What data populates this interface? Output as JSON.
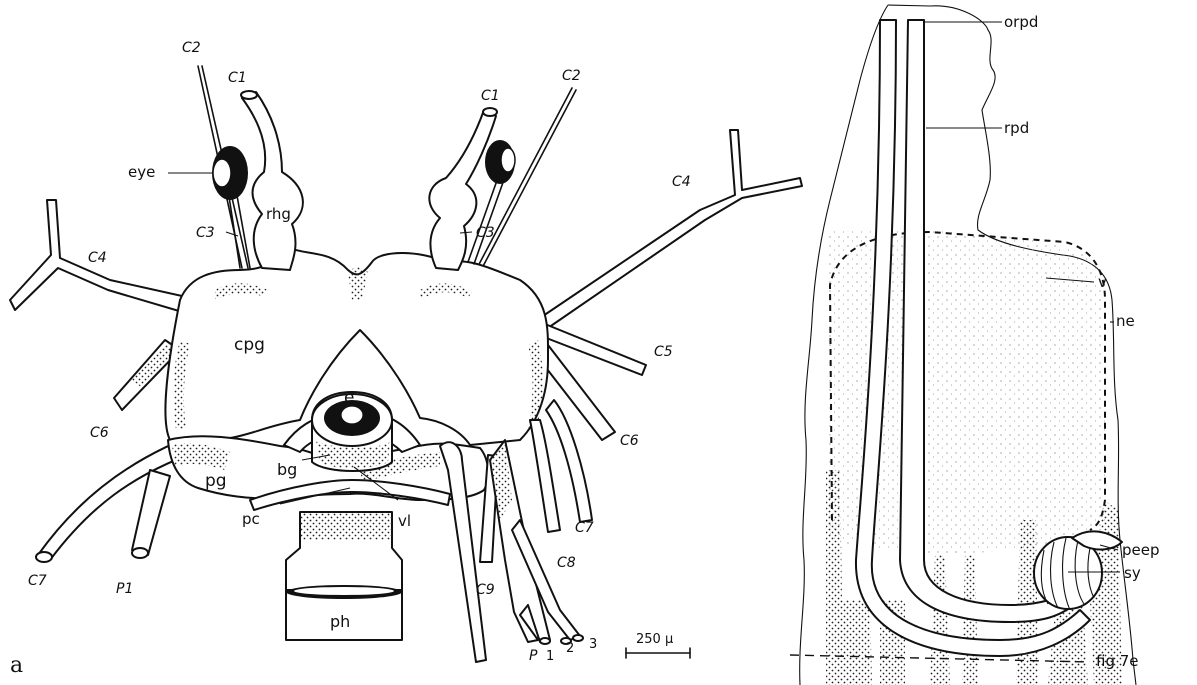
{
  "figure": {
    "panel_letter": "a",
    "scale_bar": "250 μ",
    "left_labels": {
      "c2_left": "C2",
      "c1_left": "C1",
      "c1_right": "C1",
      "c2_right": "C2",
      "eye": "eye",
      "rhg": "rhg",
      "c3_left": "C3",
      "c3_right": "C3",
      "c4_left": "C4",
      "c4_right": "C4",
      "cpg": "cpg",
      "c5": "C5",
      "c6_left": "C6",
      "c6_right": "C6",
      "e": "e",
      "bg": "bg",
      "pg": "pg",
      "vl": "vl",
      "pc": "pc",
      "c7_left": "C7",
      "c7_right": "C7",
      "c8": "C8",
      "c9": "C9",
      "p1_left": "P1",
      "ph": "ph",
      "p_group": "P",
      "n1": "1",
      "n2": "2",
      "n3": "3"
    },
    "right_labels": {
      "orpd": "orpd",
      "rpd": "rpd",
      "v": "v",
      "ne": "ne",
      "peep": "peep",
      "sy": "sy",
      "fig7e": "fig 7e"
    }
  }
}
